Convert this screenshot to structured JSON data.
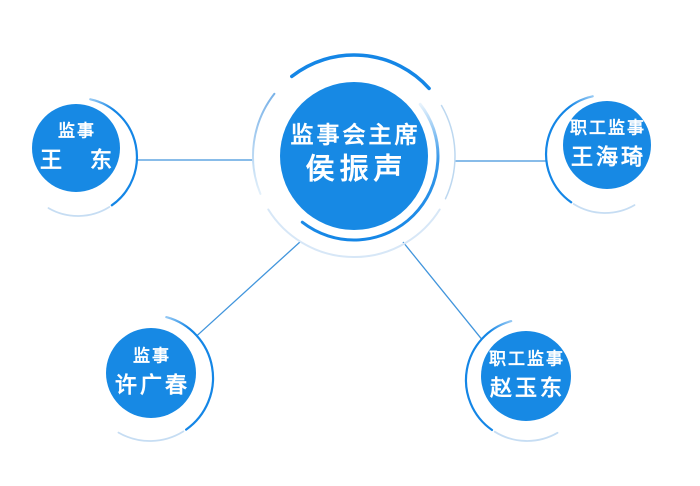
{
  "org_chart": {
    "center_node": {
      "title": "监事会主席",
      "name": "侯振声"
    },
    "satellite_nodes": [
      {
        "position": "top-left",
        "title": "监事",
        "name": "王　东"
      },
      {
        "position": "top-right",
        "title": "职工监事",
        "name": "王海琦"
      },
      {
        "position": "bottom-left",
        "title": "监事",
        "name": "许广春"
      },
      {
        "position": "bottom-right",
        "title": "职工监事",
        "name": "赵玉东"
      }
    ],
    "colors": {
      "node_fill": "#1789E4",
      "ring_strong": "#1486E6",
      "ring_light": "#C6DDF3",
      "connector": "#4195DC",
      "text": "#FFFFFF",
      "background": "#FFFFFF"
    }
  }
}
